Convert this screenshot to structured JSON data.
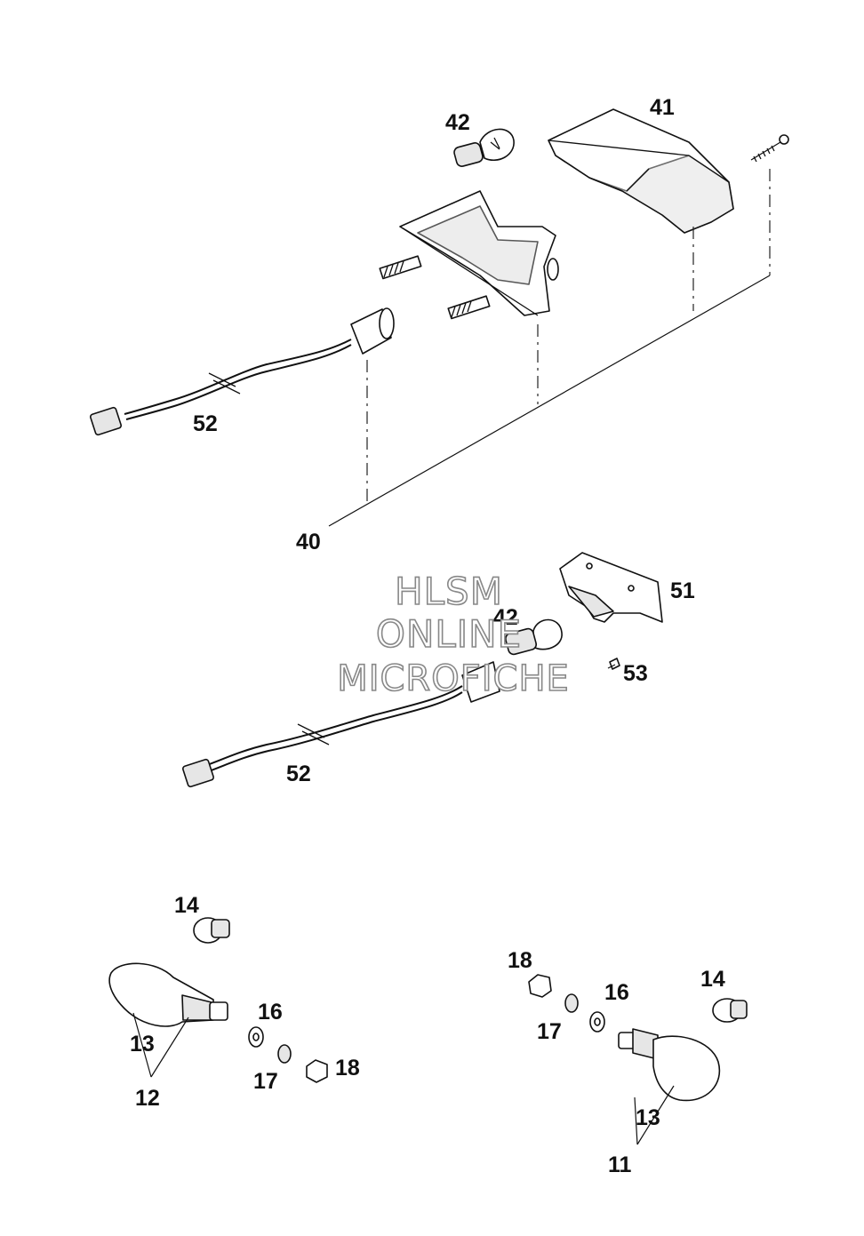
{
  "callouts": {
    "c40": "40",
    "c41": "41",
    "c42_top": "42",
    "c52_top": "52",
    "c42_mid": "42",
    "c51": "51",
    "c53": "53",
    "c52_mid": "52",
    "c14_left": "14",
    "c16_left": "16",
    "c17_left": "17",
    "c18_left": "18",
    "c13_left": "13",
    "c12": "12",
    "c18_right": "18",
    "c16_right": "16",
    "c17_right": "17",
    "c14_right": "14",
    "c13_right": "13",
    "c11": "11"
  },
  "watermark": {
    "line1": "HLSM",
    "line2": "ONLINE",
    "line3": "MICROFICHE"
  },
  "icons": {
    "bulb": "bulb-icon",
    "screw": "screw-icon",
    "washer": "washer-icon",
    "nut": "nut-icon"
  }
}
